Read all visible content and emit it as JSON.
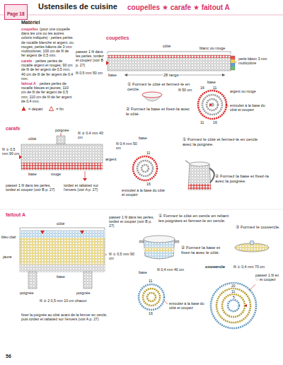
{
  "diagram": {
    "title": "Ustensiles de cuisine",
    "nodes": [
      {
        "text": [
          "Page 18"
        ]
      }
    ],
    "labels": [
      "coupelles ★ carafe ★ faitout A",
      "Matériel",
      "coupelles",
      "(pour une coupelle dans les uns ou les autres coloris indiqués) : petites perles de rocaille blanche et argent, ou rouges; perles bâtons de 3 mm multicolores; 100 cm de fil de fer argent de 0,5 mm.",
      "carafe",
      ": petites perles de rocaille argent et rouges; 90 cm de fil de fer argent de 0,5 mm; 40 cm de fil de fer argent de 0,4 mm.",
      "faitout A",
      ": petites perles de rocaille bleues et jaunes; 110 cm de fil de fer argent de 0,5 mm; 110 cm de fil de fer argent de 0,4 mm.",
      "coupelles",
      "côté",
      "blanc ou rouge",
      "passez 1 fil dans les perles, tordez et coupez (voir B p. 27)",
      "fil 0,5 mm 50 cm",
      "28 rangs",
      "base",
      "perle bâton 3 mm multicolore",
      "① Formez le côté et fermez-le en cercle.",
      "base",
      "fil 50 cm",
      "16",
      "11",
      "11",
      "16",
      "argent ou rouge",
      "enroulez à la base du côté et coupez",
      "② Formez la base et fixez-la avec le côté.",
      "carafe",
      "poignée",
      "côté",
      "fil ② 0,4 mm 40 cm",
      "fil ① 0,5 mm 90 cm",
      "argent",
      "base",
      "rouge",
      "passez 1 fil dans les perles, tordez et coupez (voir B p. 27)",
      "tordez et rabattez sur l'envers (voir A p. 27)",
      "base",
      "fil 0,4 mm 50 cm",
      "11",
      "16",
      "enroulez à la base du côté et coupez",
      "① Formez le côté et fermez-le en cercle avec la poignée.",
      "② Formez la base et fixez-la avec la poignée.",
      "faitout A",
      "côté",
      "passez 1 fil dans les perles, tordez et coupez (voir B p. 27)",
      "bleu clair",
      "jaune",
      "fil ① 0,5 mm 90 cm",
      "base",
      "poignée",
      "poignée",
      "fil ② 2 0,5 mm 10 cm chacun",
      "fixez la poignée au côté avant de la fermer en cercle, puis tordez et rabattez sur l'envers (voir A p. 27)",
      "① Formez le côté en cercle en reliant les poignées et fermez-le en cercle.",
      "③ Formez le couvercle.",
      "② Formez la base et fixez-la avec le côté.",
      "base",
      "fil 0,4 mm 40 cm",
      "11",
      "16",
      "enroulez à la base du côté et coupez",
      "couvercle",
      "fil ① 0,4 mm 70 cm",
      "passez 1 fil en ♡ et coupez",
      "20",
      "11",
      "5",
      "56"
    ],
    "legend": [
      {
        "text": "= départ"
      },
      {
        "text": "= fin"
      }
    ]
  }
}
